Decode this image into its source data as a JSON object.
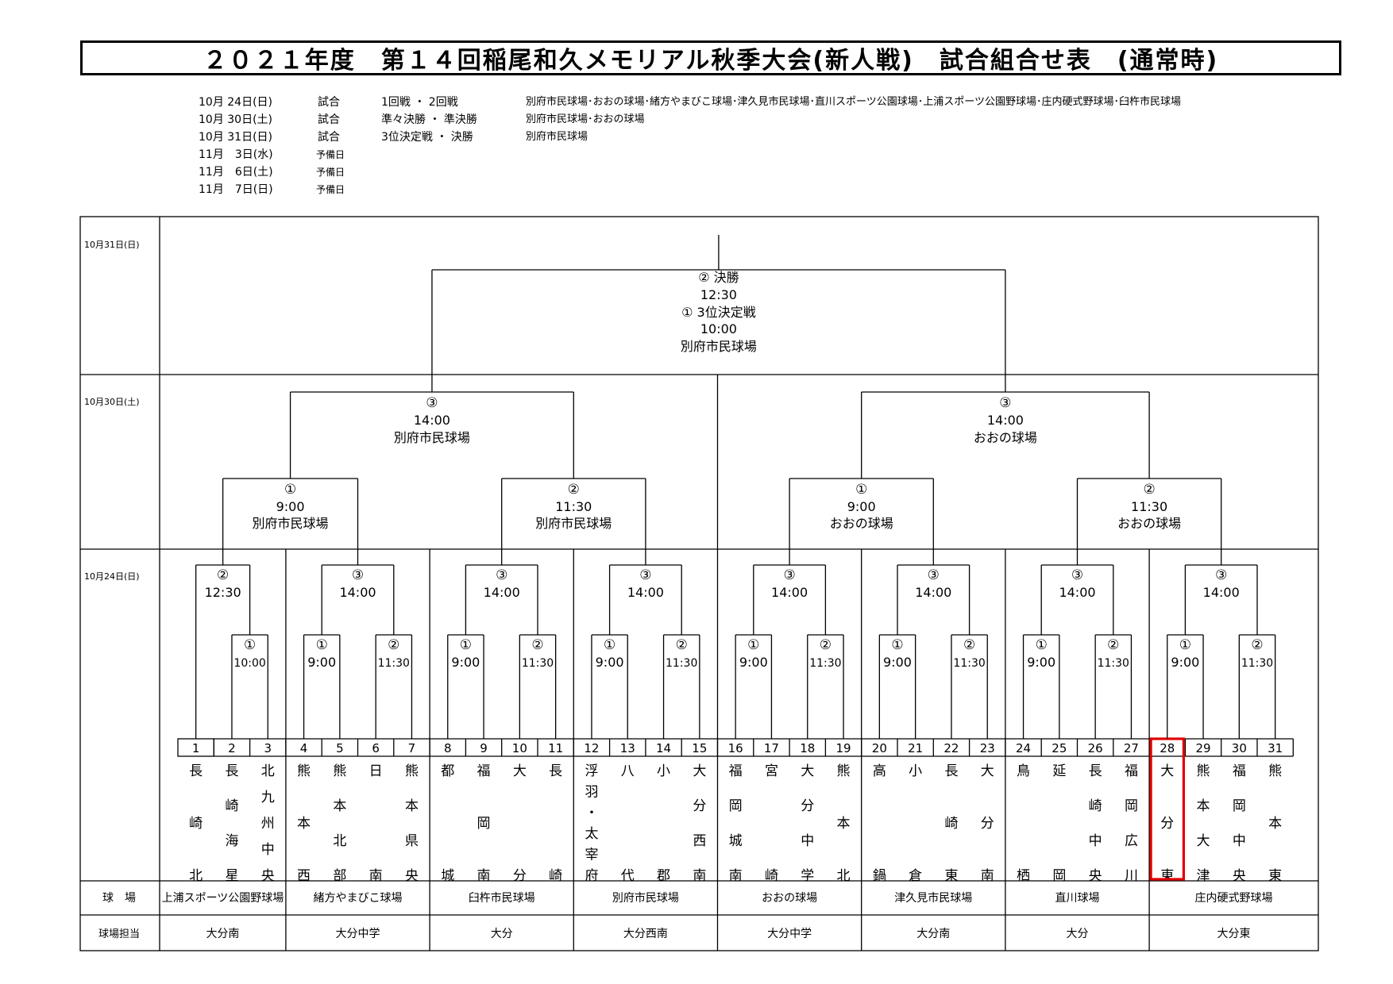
{
  "title": "２０２１年度　第１４回稲尾和久メモリアル秋季大会(新人戦)　試合組合せ表　(通常時)",
  "schedule": [
    {
      "date": "10月 24日(日)",
      "kind": "試合",
      "round": "1回戦 ・ 2回戦",
      "venues": "別府市民球場･おおの球場･緒方やまびこ球場･津久見市民球場･直川スポーツ公園球場･上浦スポーツ公園野球場･庄内硬式野球場･臼杵市民球場"
    },
    {
      "date": "10月 30日(土)",
      "kind": "試合",
      "round": "準々決勝 ・ 準決勝",
      "venues": "別府市民球場･おおの球場"
    },
    {
      "date": "10月 31日(日)",
      "kind": "試合",
      "round": "3位決定戦 ・ 決勝",
      "venues": "別府市民球場"
    },
    {
      "date": "11月　3日(水)",
      "kind": "予備日",
      "round": "",
      "venues": ""
    },
    {
      "date": "11月　6日(土)",
      "kind": "予備日",
      "round": "",
      "venues": ""
    },
    {
      "date": "11月　7日(日)",
      "kind": "予備日",
      "round": "",
      "venues": ""
    }
  ],
  "rows": {
    "d31": "10月31日(日)",
    "d30": "10月30日(土)",
    "d24": "10月24日(日)",
    "venue_label": "球　場",
    "manager_label": "球場担当"
  },
  "final": {
    "lines": [
      "② 決勝",
      "12:30",
      "① 3位決定戦",
      "10:00",
      "別府市民球場"
    ]
  },
  "semis": [
    {
      "num": "③",
      "time": "14:00",
      "venue": "別府市民球場"
    },
    {
      "num": "③",
      "time": "14:00",
      "venue": "おおの球場"
    }
  ],
  "quarters": [
    {
      "num": "①",
      "time": "9:00",
      "venue": "別府市民球場"
    },
    {
      "num": "②",
      "time": "11:30",
      "venue": "別府市民球場"
    },
    {
      "num": "①",
      "time": "9:00",
      "venue": "おおの球場"
    },
    {
      "num": "②",
      "time": "11:30",
      "venue": "おおの球場"
    }
  ],
  "round2": [
    {
      "num": "②",
      "time": "12:30"
    },
    {
      "num": "③",
      "time": "14:00"
    },
    {
      "num": "③",
      "time": "14:00"
    },
    {
      "num": "③",
      "time": "14:00"
    },
    {
      "num": "③",
      "time": "14:00"
    },
    {
      "num": "③",
      "time": "14:00"
    },
    {
      "num": "③",
      "time": "14:00"
    },
    {
      "num": "③",
      "time": "14:00"
    }
  ],
  "round1": [
    {
      "num": "①",
      "time": "10:00"
    },
    {
      "num": "①",
      "time": "9:00"
    },
    {
      "num": "②",
      "time": "11:30"
    },
    {
      "num": "①",
      "time": "9:00"
    },
    {
      "num": "②",
      "time": "11:30"
    },
    {
      "num": "①",
      "time": "9:00"
    },
    {
      "num": "②",
      "time": "11:30"
    },
    {
      "num": "①",
      "time": "9:00"
    },
    {
      "num": "②",
      "time": "11:30"
    },
    {
      "num": "①",
      "time": "9:00"
    },
    {
      "num": "②",
      "time": "11:30"
    },
    {
      "num": "①",
      "time": "9:00"
    },
    {
      "num": "②",
      "time": "11:30"
    },
    {
      "num": "①",
      "time": "9:00"
    },
    {
      "num": "②",
      "time": "11:30"
    }
  ],
  "teams": [
    {
      "no": "1",
      "chars": [
        "長",
        "崎",
        "北"
      ]
    },
    {
      "no": "2",
      "chars": [
        "長",
        "崎",
        "海",
        "星"
      ]
    },
    {
      "no": "3",
      "chars": [
        "北",
        "九",
        "州",
        "中",
        "央"
      ]
    },
    {
      "no": "4",
      "chars": [
        "熊",
        "本",
        "西"
      ]
    },
    {
      "no": "5",
      "chars": [
        "熊",
        "本",
        "北",
        "部"
      ]
    },
    {
      "no": "6",
      "chars": [
        "日",
        "南"
      ]
    },
    {
      "no": "7",
      "chars": [
        "熊",
        "本",
        "県",
        "央"
      ]
    },
    {
      "no": "8",
      "chars": [
        "都",
        "城"
      ]
    },
    {
      "no": "9",
      "chars": [
        "福",
        "岡",
        "南"
      ]
    },
    {
      "no": "10",
      "chars": [
        "大",
        "分"
      ]
    },
    {
      "no": "11",
      "chars": [
        "長",
        "崎"
      ]
    },
    {
      "no": "12",
      "chars": [
        "浮",
        "羽",
        "・",
        "太",
        "宰",
        "府"
      ]
    },
    {
      "no": "13",
      "chars": [
        "八",
        "代"
      ]
    },
    {
      "no": "14",
      "chars": [
        "小",
        "郡"
      ]
    },
    {
      "no": "15",
      "chars": [
        "大",
        "分",
        "西",
        "南"
      ]
    },
    {
      "no": "16",
      "chars": [
        "福",
        "岡",
        "城",
        "南"
      ]
    },
    {
      "no": "17",
      "chars": [
        "宮",
        "崎"
      ]
    },
    {
      "no": "18",
      "chars": [
        "大",
        "分",
        "中",
        "学"
      ]
    },
    {
      "no": "19",
      "chars": [
        "熊",
        "本",
        "北"
      ]
    },
    {
      "no": "20",
      "chars": [
        "高",
        "鍋"
      ]
    },
    {
      "no": "21",
      "chars": [
        "小",
        "倉"
      ]
    },
    {
      "no": "22",
      "chars": [
        "長",
        "崎",
        "東"
      ]
    },
    {
      "no": "23",
      "chars": [
        "大",
        "分",
        "南"
      ]
    },
    {
      "no": "24",
      "chars": [
        "鳥",
        "栖"
      ]
    },
    {
      "no": "25",
      "chars": [
        "延",
        "岡"
      ]
    },
    {
      "no": "26",
      "chars": [
        "長",
        "崎",
        "中",
        "央"
      ]
    },
    {
      "no": "27",
      "chars": [
        "福",
        "岡",
        "広",
        "川"
      ]
    },
    {
      "no": "28",
      "chars": [
        "大",
        "分",
        "東"
      ],
      "highlight": true
    },
    {
      "no": "29",
      "chars": [
        "熊",
        "本",
        "大",
        "津"
      ]
    },
    {
      "no": "30",
      "chars": [
        "福",
        "岡",
        "中",
        "央"
      ]
    },
    {
      "no": "31",
      "chars": [
        "熊",
        "本",
        "東"
      ]
    }
  ],
  "venues": [
    "上浦スポーツ公園野球場",
    "緒方やまびこ球場",
    "臼杵市民球場",
    "別府市民球場",
    "おおの球場",
    "津久見市民球場",
    "直川球場",
    "庄内硬式野球場"
  ],
  "managers": [
    "大分南",
    "大分中学",
    "大分",
    "大分西南",
    "大分中学",
    "大分南",
    "大分",
    "大分東"
  ],
  "colors": {
    "highlight": "#e00000",
    "line": "#000000"
  }
}
